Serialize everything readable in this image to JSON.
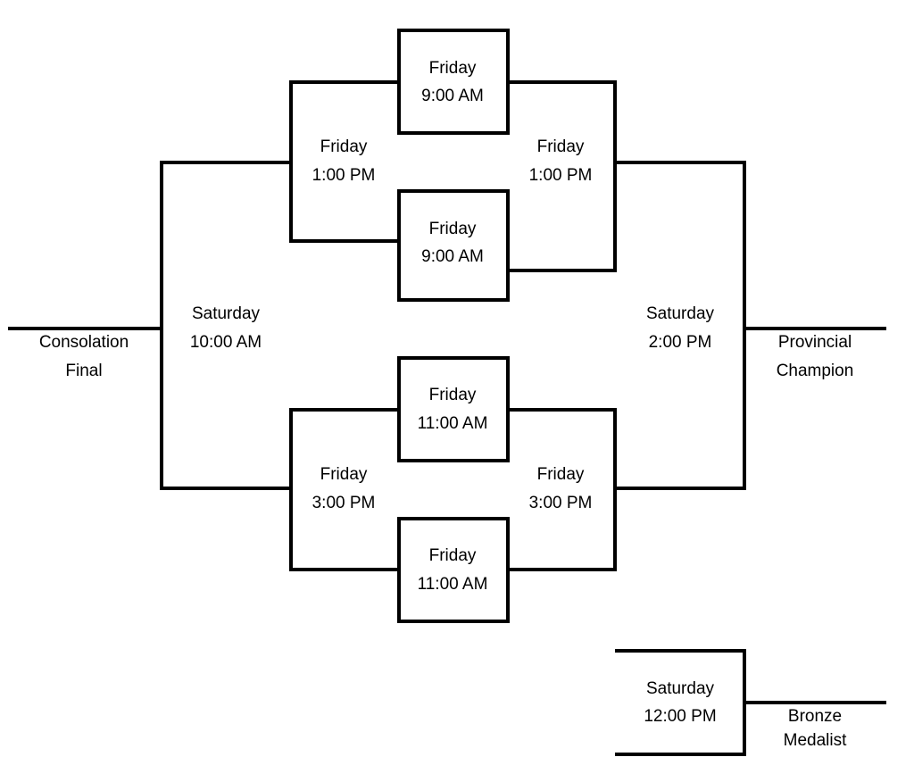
{
  "games": {
    "fri_9_top": {
      "day": "Friday",
      "time": "9:00 AM"
    },
    "fri_9_bottom": {
      "day": "Friday",
      "time": "9:00 AM"
    },
    "fri_1_left": {
      "day": "Friday",
      "time": "1:00 PM"
    },
    "fri_1_right": {
      "day": "Friday",
      "time": "1:00 PM"
    },
    "fri_11_top": {
      "day": "Friday",
      "time": "11:00 AM"
    },
    "fri_11_bottom": {
      "day": "Friday",
      "time": "11:00 AM"
    },
    "fri_3_left": {
      "day": "Friday",
      "time": "3:00 PM"
    },
    "fri_3_right": {
      "day": "Friday",
      "time": "3:00 PM"
    },
    "sat_consolation": {
      "day": "Saturday",
      "time": "10:00 AM"
    },
    "sat_championship": {
      "day": "Saturday",
      "time": "2:00 PM"
    },
    "sat_bronze": {
      "day": "Saturday",
      "time": "12:00 PM"
    }
  },
  "outcomes": {
    "consolation": {
      "line1": "Consolation",
      "line2": "Final"
    },
    "champion": {
      "line1": "Provincial",
      "line2": "Champion"
    },
    "bronze": {
      "line1": "Bronze",
      "line2": "Medalist"
    }
  }
}
